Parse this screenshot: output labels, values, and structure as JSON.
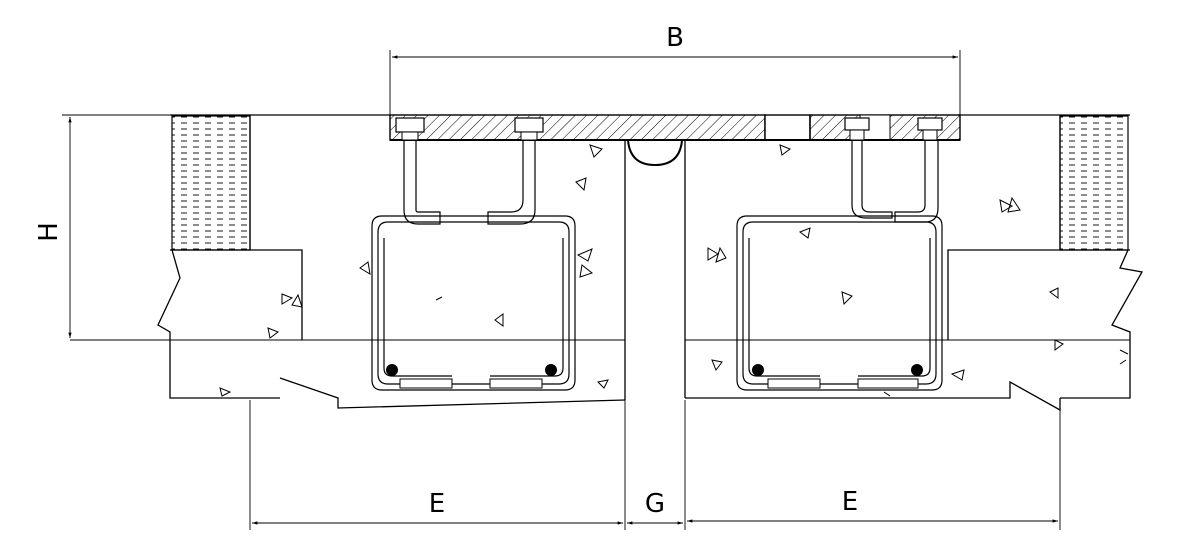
{
  "drawing": {
    "description_free": true,
    "dimensions": {
      "width_label": "B",
      "height_label": "H",
      "edge_left_label": "E",
      "gap_label": "G",
      "edge_right_label": "E"
    }
  }
}
